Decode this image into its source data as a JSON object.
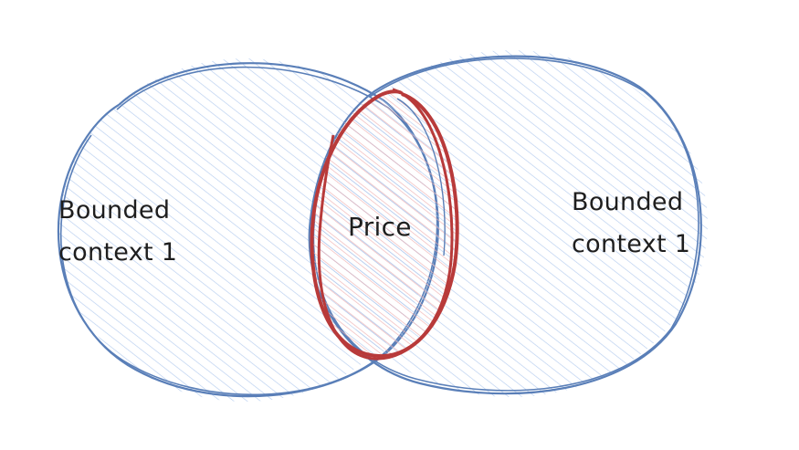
{
  "diagram": {
    "left_circle": {
      "line1": "Bounded",
      "line2": "context 1"
    },
    "right_circle": {
      "line1": "Bounded",
      "line2": "context 1"
    },
    "overlap": {
      "label": "Price"
    }
  },
  "colors": {
    "circle_stroke": "#5a7fb8",
    "circle_hatch": "#a9c4ec",
    "overlap_stroke": "#b83a3a",
    "overlap_hatch": "#efb0b0",
    "text": "#1e1e1e"
  }
}
